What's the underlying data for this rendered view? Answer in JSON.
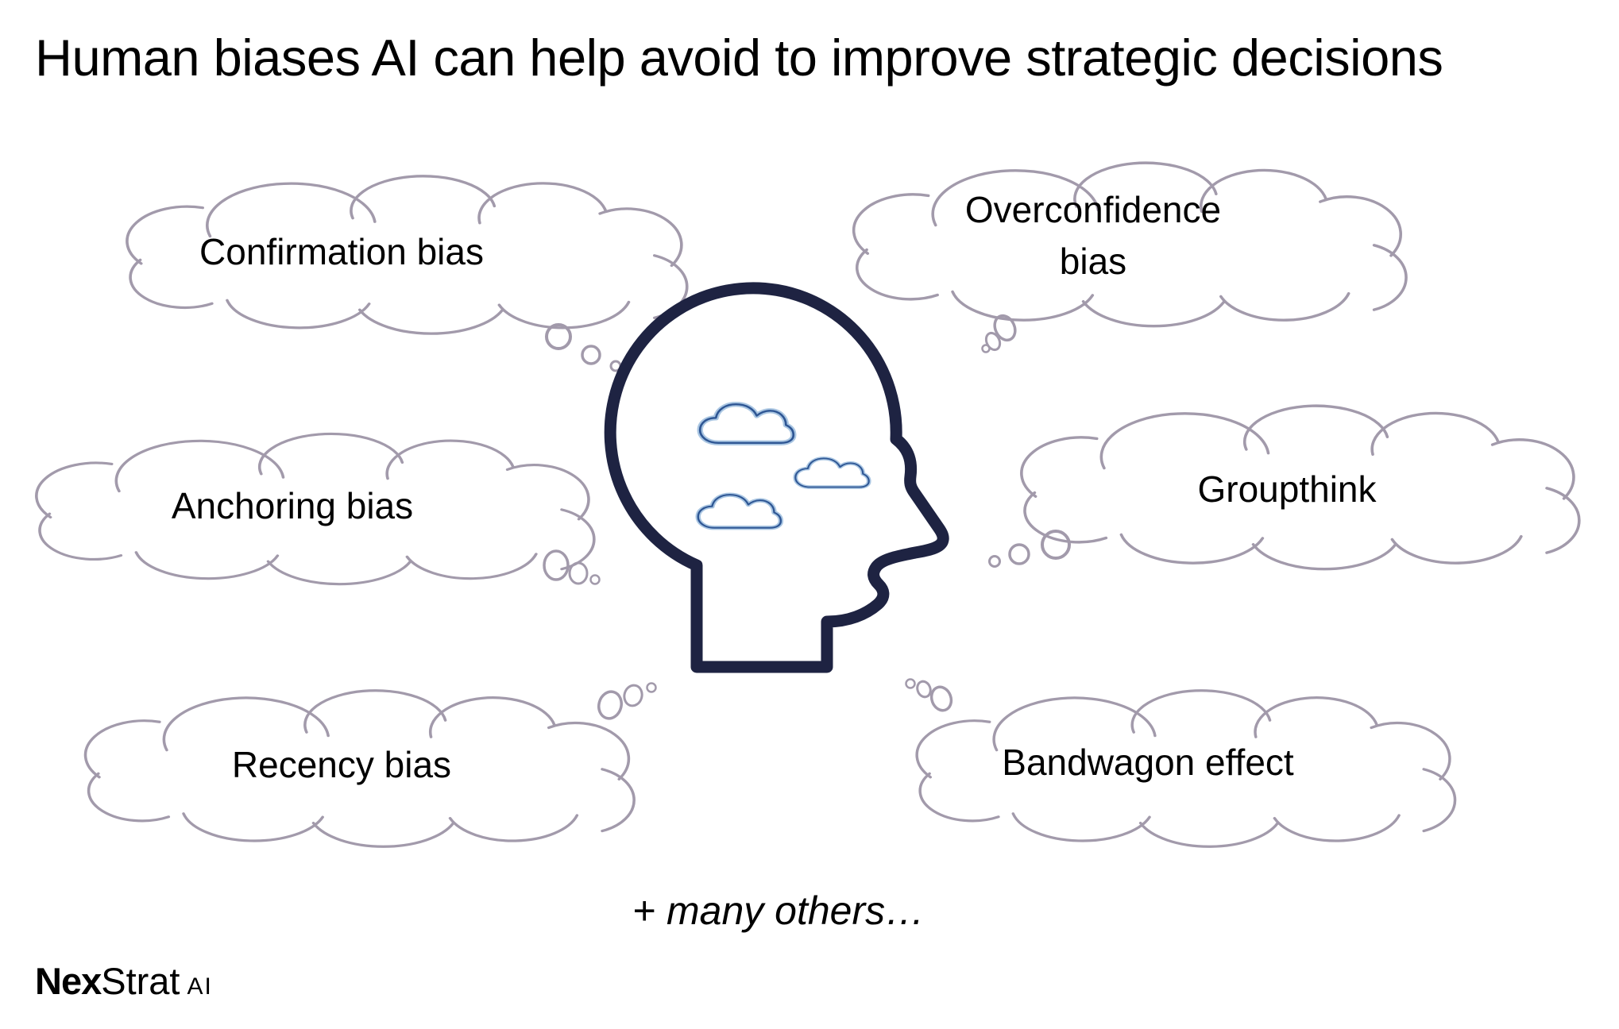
{
  "title": "Human biases AI can help avoid to improve strategic decisions",
  "clouds": [
    {
      "id": "confirmation-bias",
      "label": "Confirmation bias"
    },
    {
      "id": "overconfidence-bias",
      "label": "Overconfidence bias",
      "lines": [
        "Overconfidence",
        "bias"
      ]
    },
    {
      "id": "anchoring-bias",
      "label": "Anchoring bias"
    },
    {
      "id": "groupthink",
      "label": "Groupthink"
    },
    {
      "id": "recency-bias",
      "label": "Recency bias"
    },
    {
      "id": "bandwagon-effect",
      "label": "Bandwagon effect"
    }
  ],
  "tagline": "+ many others…",
  "brand": {
    "part1": "Nex",
    "part2": "Strat",
    "part3": "AI"
  },
  "icons": {
    "center": "head-profile-icon",
    "inside_head": "cloud-icon",
    "bubbles": "thought-bubble-trail"
  },
  "colors": {
    "cloud_outline": "#a29aab",
    "head_outline": "#1e2342",
    "inner_cloud": "#2e5694",
    "inner_cloud_halo": "#aac6e2",
    "text": "#000000",
    "background": "#ffffff"
  }
}
